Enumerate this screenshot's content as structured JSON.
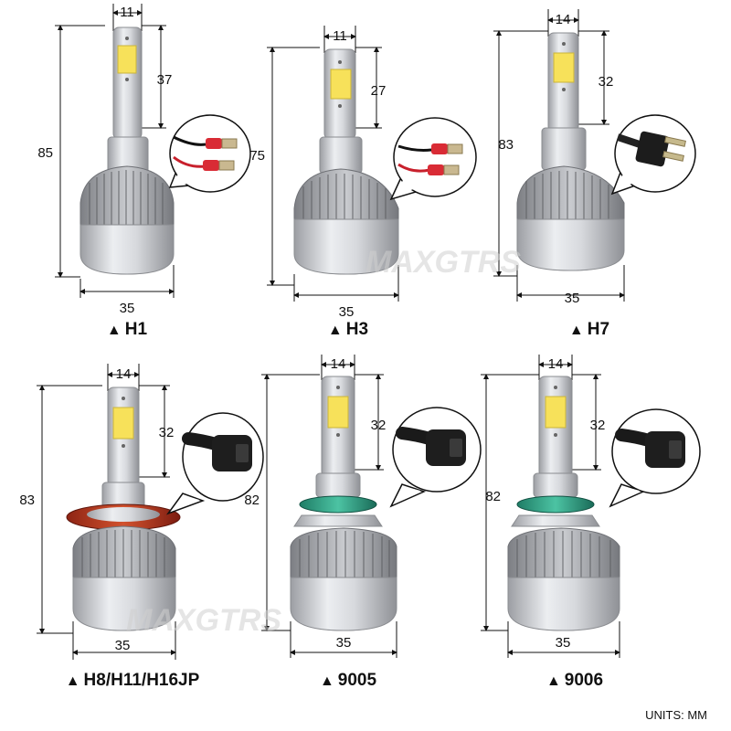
{
  "watermark": "MAXGTRS",
  "units_label": "UNITS: MM",
  "caption_marker": "▲",
  "bulbs": [
    {
      "model": "H1",
      "width": "35",
      "total_height": "85",
      "chip_width": "11",
      "chip_height": "37",
      "base": "plain",
      "connector": "spade-terminals"
    },
    {
      "model": "H3",
      "width": "35",
      "total_height": "75",
      "chip_width": "11",
      "chip_height": "27",
      "base": "plain",
      "connector": "spade-terminals"
    },
    {
      "model": "H7",
      "width": "35",
      "total_height": "83",
      "chip_width": "14",
      "chip_height": "32",
      "base": "plain",
      "connector": "two-pin-plug"
    },
    {
      "model": "H8/H11/H16JP",
      "width": "35",
      "total_height": "83",
      "chip_width": "14",
      "chip_height": "32",
      "base": "red-ring",
      "connector": "socket-plug"
    },
    {
      "model": "9005",
      "width": "35",
      "total_height": "82",
      "chip_width": "14",
      "chip_height": "32",
      "base": "green-ring",
      "connector": "socket-plug"
    },
    {
      "model": "9006",
      "width": "35",
      "total_height": "82",
      "chip_width": "14",
      "chip_height": "32",
      "base": "green-ring",
      "connector": "socket-plug"
    }
  ]
}
